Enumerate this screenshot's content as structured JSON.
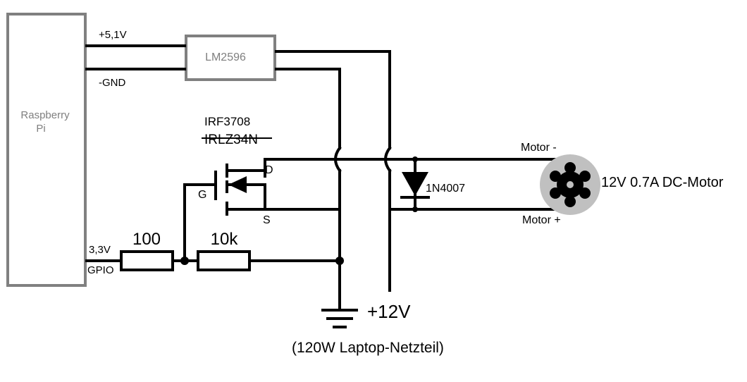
{
  "boards": {
    "pi_label_line1": "Raspberry",
    "pi_label_line2": "Pi",
    "regulator_label": "LM2596"
  },
  "labels": {
    "supply_5v": "+5,1V",
    "gnd": "-GND",
    "gpio_voltage": "3,3V",
    "gpio": "GPIO",
    "resistor_1": "100",
    "resistor_2": "10k",
    "mosfet_new": "IRF3708",
    "mosfet_old": "IRLZ34N",
    "drain": "D",
    "gate": "G",
    "source": "S",
    "diode": "1N4007",
    "motor_minus": "Motor -",
    "motor_plus": "Motor +",
    "motor": "12V 0.7A DC-Motor",
    "supply_12v": "+12V",
    "power_supply": "(120W Laptop-Netzteil)"
  },
  "colors": {
    "wire": "#000000",
    "box_border": "#808080",
    "box_text": "#7f7f7f",
    "motor_body": "#c0c0c0"
  }
}
